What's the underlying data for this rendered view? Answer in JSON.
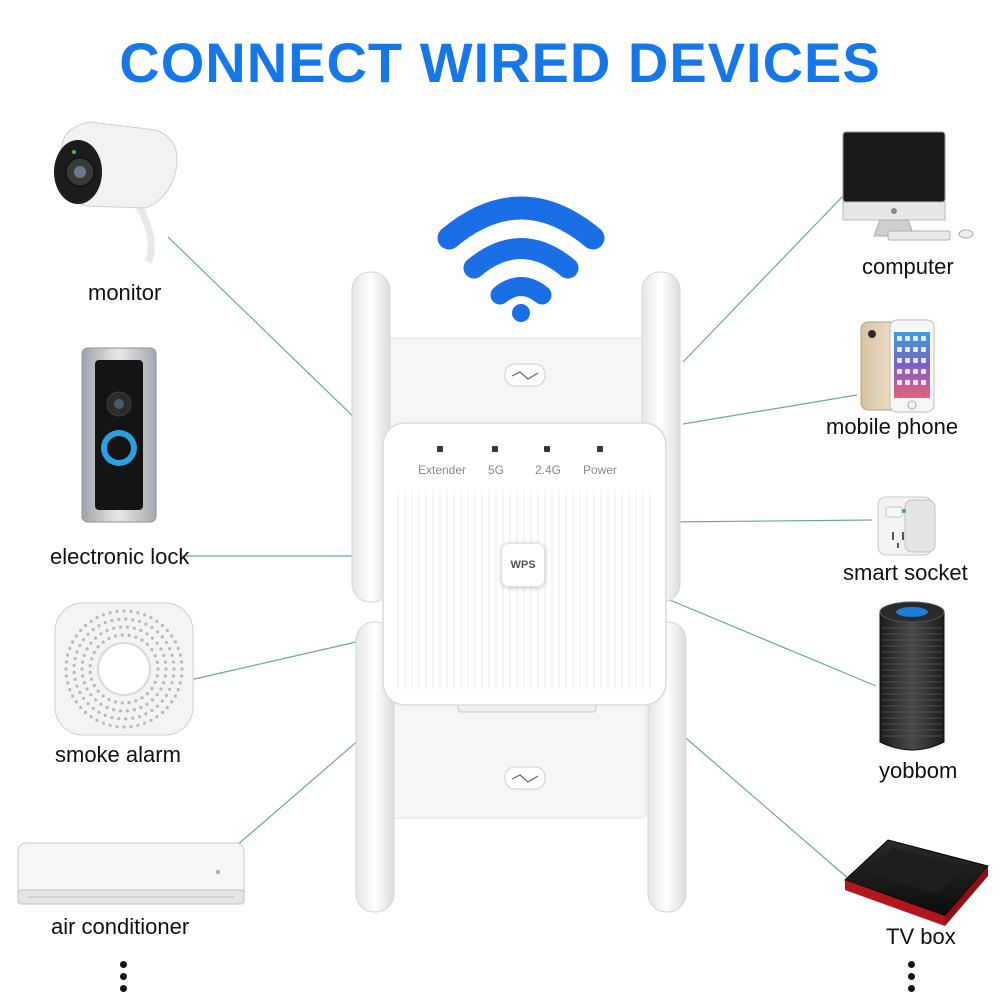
{
  "title": "CONNECT WIRED DEVICES",
  "colors": {
    "title": "#1677e8",
    "wifi": "#1a6fe6",
    "connector_line": "#6aaa92"
  },
  "devices_left": [
    {
      "label": "monitor",
      "icon": "security-camera-icon"
    },
    {
      "label": "electronic lock",
      "icon": "video-doorbell-icon"
    },
    {
      "label": "smoke alarm",
      "icon": "smoke-alarm-icon"
    },
    {
      "label": "air conditioner",
      "icon": "air-conditioner-icon"
    }
  ],
  "devices_right": [
    {
      "label": "computer",
      "icon": "desktop-computer-icon"
    },
    {
      "label": "mobile phone",
      "icon": "mobile-phone-icon"
    },
    {
      "label": "smart socket",
      "icon": "smart-socket-icon"
    },
    {
      "label": "yobbom",
      "icon": "smart-speaker-icon"
    },
    {
      "label": "TV box",
      "icon": "tv-box-icon"
    }
  ],
  "extender": {
    "indicators": [
      "Extender",
      "5G",
      "2.4G",
      "Power"
    ],
    "wps_label": "WPS",
    "icon": "wifi-extender-icon"
  }
}
